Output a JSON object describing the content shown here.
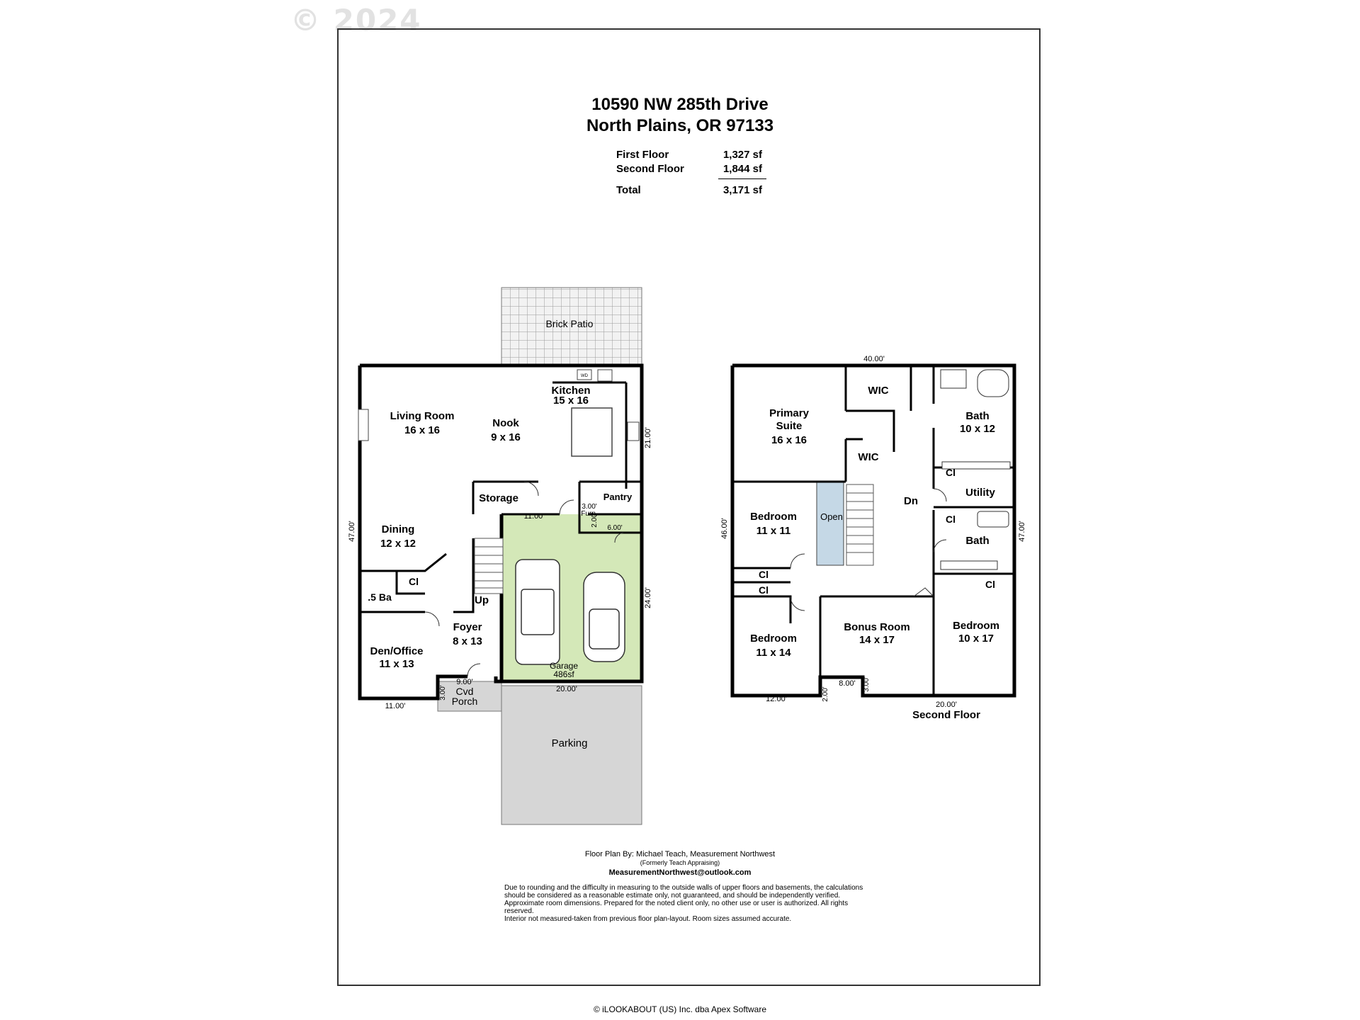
{
  "watermark": "© 2024",
  "header": {
    "address_line1": "10590 NW 285th Drive",
    "address_line2": "North Plains, OR 97133"
  },
  "areas": [
    {
      "label": "First Floor",
      "value": "1,327 sf"
    },
    {
      "label": "Second Floor",
      "value": "1,844 sf"
    },
    {
      "label": "Total",
      "value": "3,171 sf"
    }
  ],
  "first_floor": {
    "brick_patio": "Brick Patio",
    "kitchen_name": "Kitchen",
    "kitchen_size": "15 x 16",
    "living_name": "Living Room",
    "living_size": "16 x 16",
    "nook_name": "Nook",
    "nook_size": "9 x 16",
    "storage": "Storage",
    "pantry": "Pantry",
    "furn_dim": "3.00'",
    "furn": "Furn.",
    "dim_200": "2.00'",
    "dim_600": "6.00'",
    "dining_name": "Dining",
    "dining_size": "12 x 12",
    "cl": "Cl",
    "half_bath": ".5 Ba",
    "up": "Up",
    "foyer_name": "Foyer",
    "foyer_size": "8 x 13",
    "den_name": "Den/Office",
    "den_size": "11 x 13",
    "garage_name": "Garage",
    "garage_size": "486sf",
    "porch_dim": "9.00'",
    "porch_line1": "Cvd",
    "porch_line2": "Porch",
    "porch_side": "3.00'",
    "dim_1100_top": "11.00'",
    "dim_1100_bottom": "11.00'",
    "dim_2000": "20.00'",
    "dim_2100": "21.00'",
    "dim_2400": "24.00'",
    "dim_4700": "47.00'",
    "parking": "Parking",
    "wd": "WD"
  },
  "second_floor": {
    "dim_4000": "40.00'",
    "wic": "WIC",
    "primary_line1": "Primary",
    "primary_line2": "Suite",
    "primary_size": "16 x 16",
    "bath_name": "Bath",
    "bath_size": "10 x 12",
    "utility": "Utility",
    "dn": "Dn",
    "open": "Open",
    "bed1_name": "Bedroom",
    "bed1_size": "11 x 11",
    "bath2_name": "Bath",
    "cl": "Cl",
    "bed2_name": "Bedroom",
    "bed2_size": "11 x 14",
    "bonus_name": "Bonus Room",
    "bonus_size": "14 x 17",
    "bed3_name": "Bedroom",
    "bed3_size": "10 x 17",
    "dim_4600": "46.00'",
    "dim_4700": "47.00'",
    "dim_1200": "12.00'",
    "dim_200": "2.00'",
    "dim_800": "8.00'",
    "dim_300": "3.00'",
    "dim_2000": "20.00'",
    "title": "Second Floor"
  },
  "credits": {
    "line1": "Floor Plan By: Michael Teach, Measurement Northwest",
    "line2": "(Formerly Teach Appraising)",
    "email": "MeasurementNorthwest@outlook.com",
    "disclaimer": "Due to rounding and the difficulty in measuring to the outside walls of upper floors and basements, the calculations should be considered as a reasonable estimate only, not guaranteed, and should be independently verified. Approximate room dimensions. Prepared for the noted client only, no other use or user is authorized. All rights reserved.",
    "disclaimer2": "Interior not measured-taken from previous floor plan-layout. Room sizes assumed accurate."
  },
  "footer": "© iLOOKABOUT (US) Inc. dba Apex Software",
  "colors": {
    "garage_fill": "#d4e8b8",
    "open_fill": "#c5d8e6",
    "patio_fill": "#e8e8e8",
    "parking_fill": "#d6d6d6"
  }
}
